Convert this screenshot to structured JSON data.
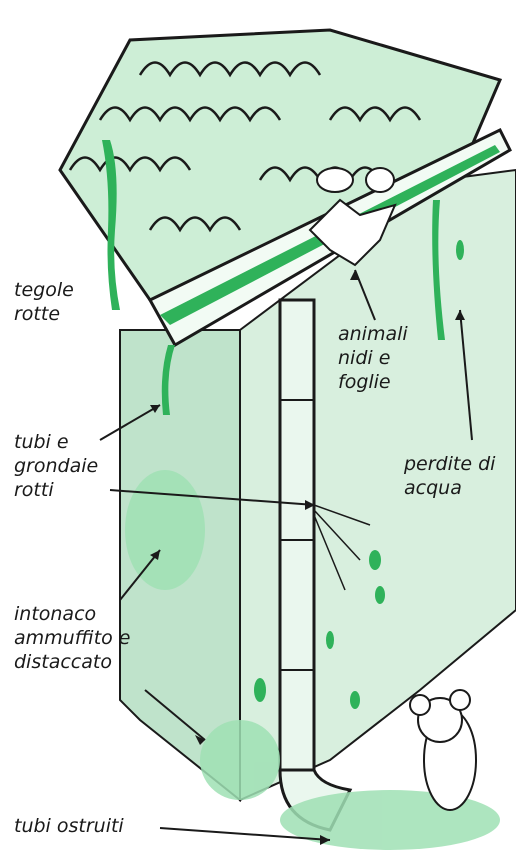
{
  "labels": {
    "broken_tiles": [
      "tegole",
      "rotte"
    ],
    "broken_pipes": [
      "tubi e",
      "grondaie",
      "rotti"
    ],
    "animals": [
      "animali",
      "nidi e",
      "foglie"
    ],
    "leaks": [
      "perdite di",
      "acqua"
    ],
    "mold": [
      "intonaco",
      "ammuffito e",
      "distaccato"
    ],
    "clogged": [
      "tubi ostruiti"
    ]
  },
  "colors": {
    "ink": "#1a1a1a",
    "wall": "#d8efde",
    "wall_dark": "#bfe3cb",
    "tile": "#cdeed6",
    "water": "#2fb25a",
    "mold": "#9fe0b4"
  }
}
